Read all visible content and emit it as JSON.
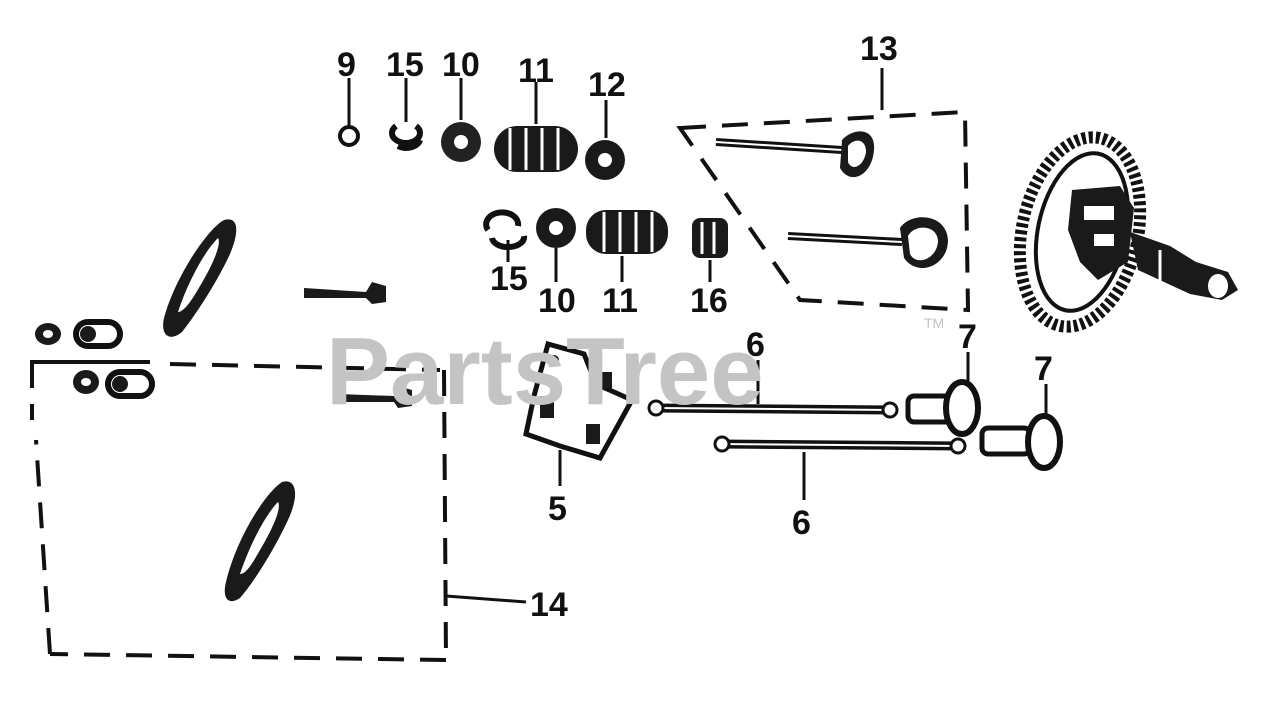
{
  "watermark": {
    "text": "PartsTree",
    "trademark": "TM"
  },
  "callouts": {
    "c9": "9",
    "c15a": "15",
    "c10a": "10",
    "c11a": "11",
    "c12": "12",
    "c13": "13",
    "c15b": "15",
    "c10b": "10",
    "c11b": "11",
    "c16": "16",
    "c6a": "6",
    "c6b": "6",
    "c7a": "7",
    "c7b": "7",
    "c5": "5",
    "c14": "14"
  },
  "colors": {
    "ink": "#111111",
    "watermark": "#c4c4c4",
    "background": "#ffffff"
  }
}
